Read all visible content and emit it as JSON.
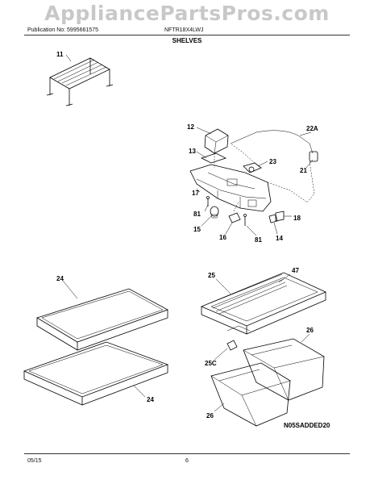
{
  "watermark": "AppliancePartsPros.com",
  "header": {
    "publication": "Publication No: 5995661575",
    "model": "NFTR18X4LWJ",
    "section_title": "SHELVES"
  },
  "footer": {
    "date": "05/15",
    "page": "6"
  },
  "diagram": {
    "code": "N05SADDED20",
    "callouts": {
      "c11": "11",
      "c12": "12",
      "c13": "13",
      "c22a": "22A",
      "c23": "23",
      "c21": "21",
      "c17": "17",
      "c81a": "81",
      "c15": "15",
      "c16": "16",
      "c81b": "81",
      "c14": "14",
      "c18": "18",
      "c24a": "24",
      "c24b": "24",
      "c25": "25",
      "c47": "47",
      "c25c": "25C",
      "c26a": "26",
      "c26b": "26"
    }
  }
}
